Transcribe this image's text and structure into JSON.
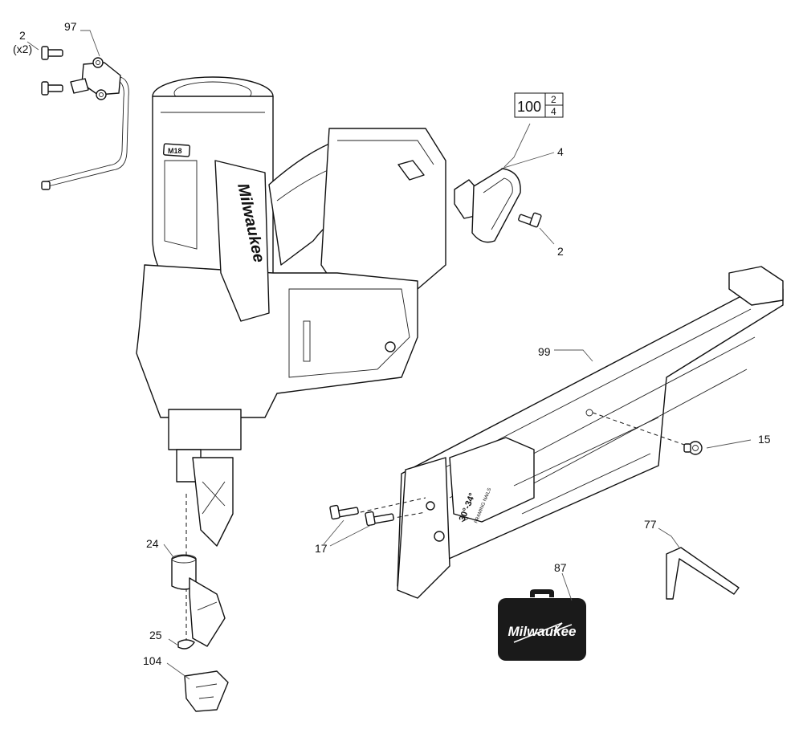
{
  "callouts": {
    "c2a": "2",
    "c2a_qty": "(x2)",
    "c97": "97",
    "c100_main": "100",
    "c100_top": "2",
    "c100_bottom": "4",
    "c4": "4",
    "c2b": "2",
    "c99": "99",
    "c15": "15",
    "c17": "17",
    "c24": "24",
    "c25": "25",
    "c104": "104",
    "c87": "87",
    "c77": "77"
  },
  "labels": {
    "tool_brand": "Milwaukee",
    "tool_badge": "M18",
    "case_brand": "Milwaukee",
    "magazine_label": "30°-34°",
    "magazine_sublabel": "FRAMING NAILS"
  },
  "colors": {
    "line": "#111111",
    "case_fill": "#1a1a1a",
    "case_text": "#ffffff",
    "background": "#ffffff"
  }
}
